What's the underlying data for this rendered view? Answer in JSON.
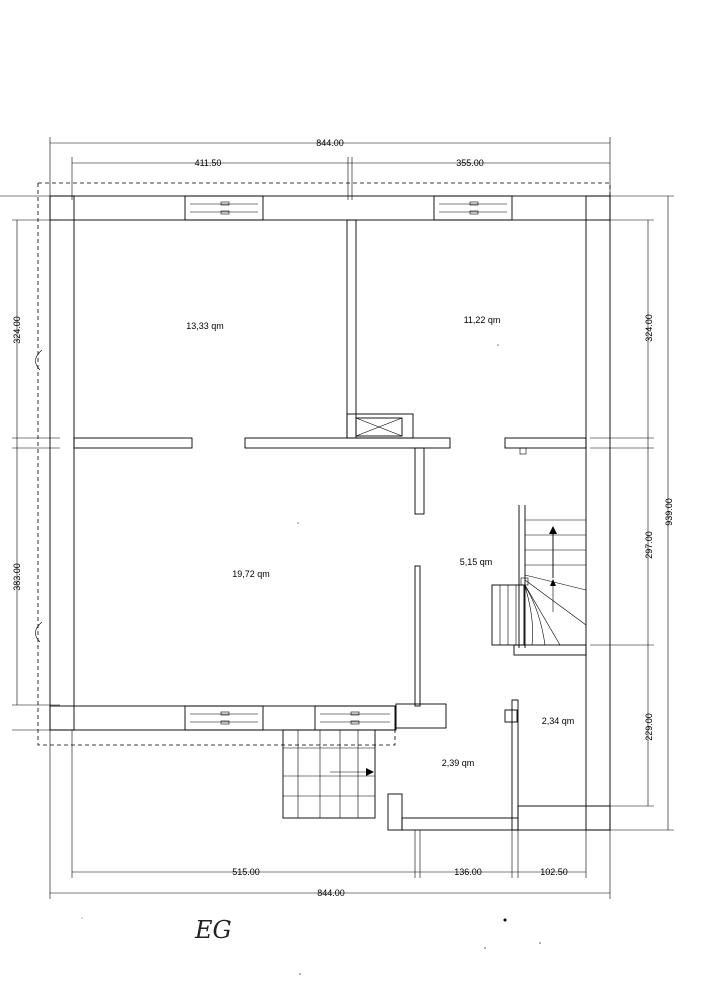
{
  "dimensions": {
    "top_total": "844.00",
    "top_left": "411.50",
    "top_right": "355.00",
    "left_upper": "324.00",
    "left_lower": "383.00",
    "right_upper": "324.00",
    "right_total": "939.00",
    "right_middle": "297.00",
    "right_lower": "229.00",
    "bottom_a": "515.00",
    "bottom_b": "136.00",
    "bottom_c": "102.50",
    "bottom_total": "844.00"
  },
  "rooms": {
    "room_top_left": "13,33 qm",
    "room_top_right": "11,22 qm",
    "room_main": "19,72 qm",
    "room_stair": "5,15 qm",
    "room_small": "2,34 qm",
    "room_entry": "2,39 qm"
  },
  "caption": "EG",
  "colors": {
    "line": "#000000",
    "background": "#ffffff"
  }
}
